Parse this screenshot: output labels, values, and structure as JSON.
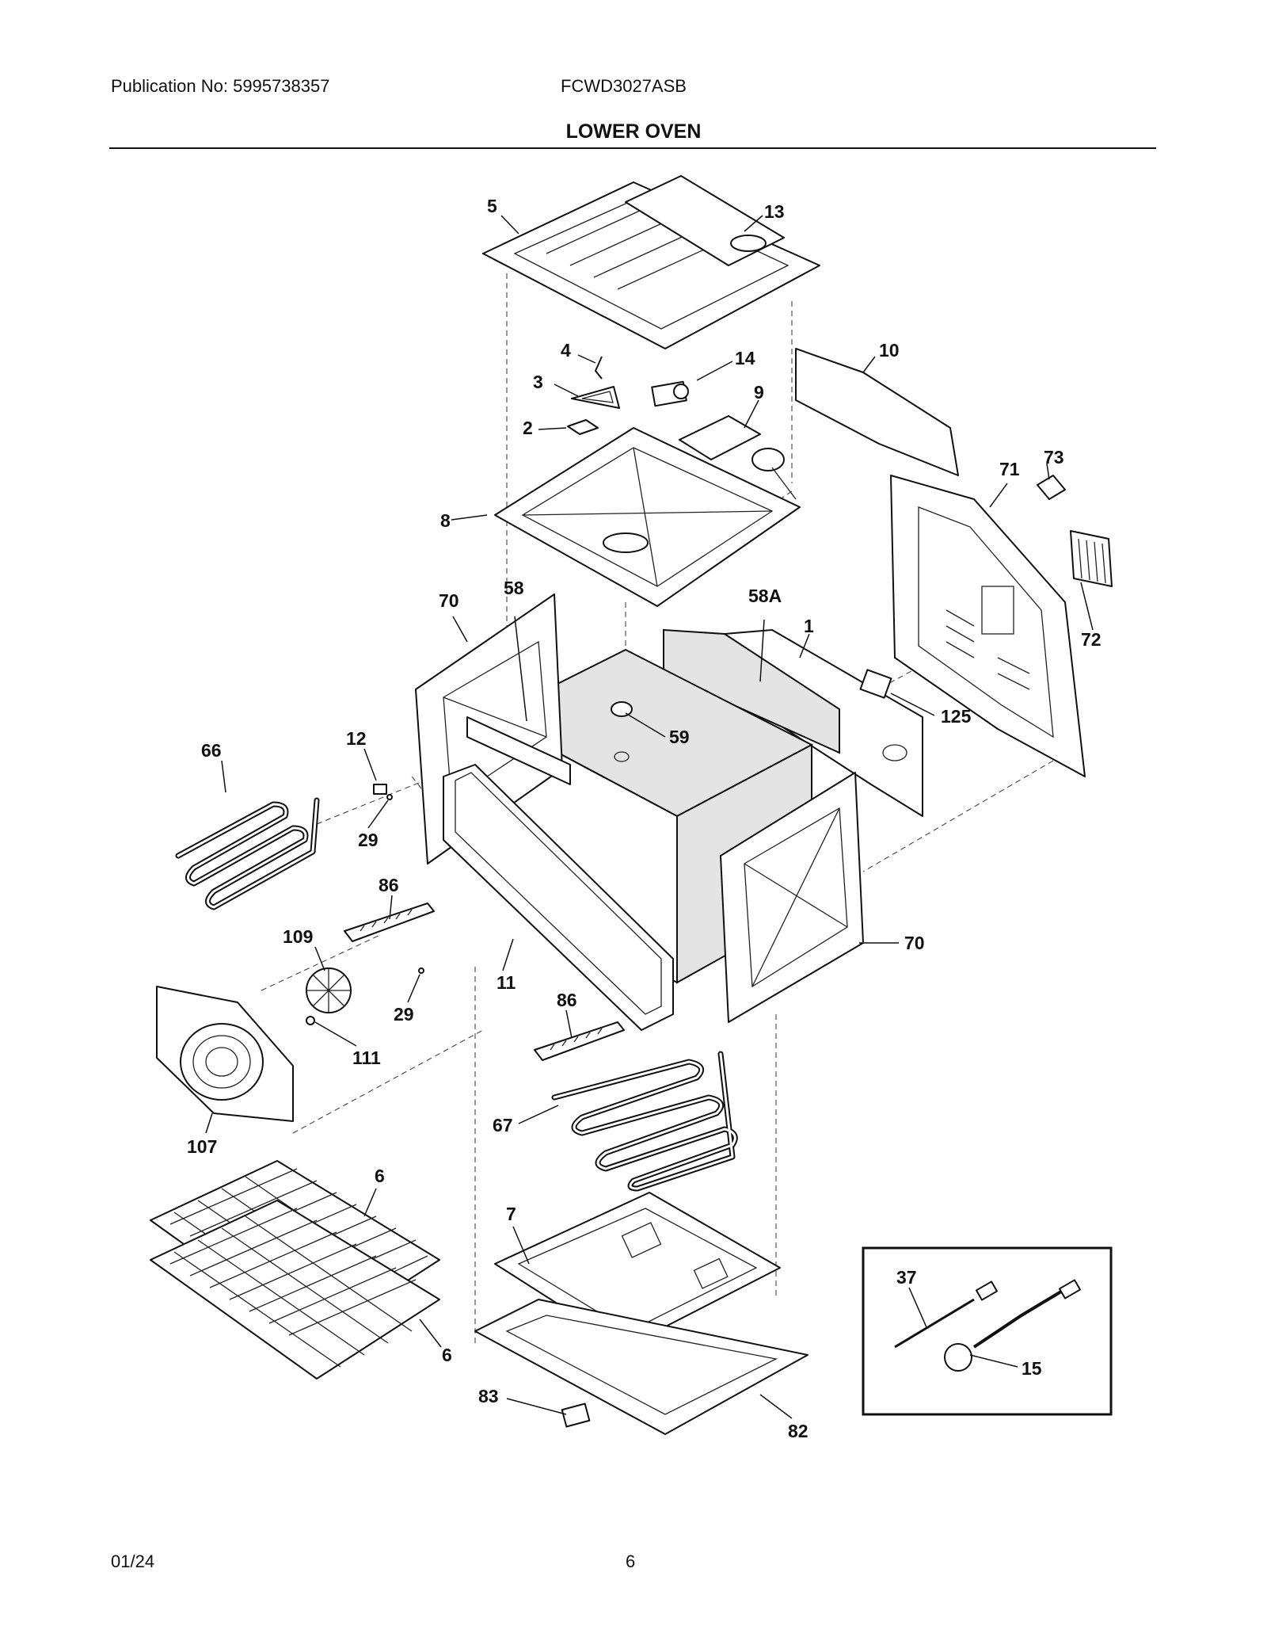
{
  "header": {
    "publication": "Publication No: 5995738357",
    "model": "FCWD3027ASB",
    "section_title": "LOWER OVEN"
  },
  "footer": {
    "date": "01/24",
    "page": "6"
  },
  "callouts": {
    "c1": "1",
    "c2": "2",
    "c3": "3",
    "c4": "4",
    "c5": "5",
    "c6a": "6",
    "c6b": "6",
    "c7": "7",
    "c8": "8",
    "c9": "9",
    "c10": "10",
    "c11": "11",
    "c12": "12",
    "c13": "13",
    "c14": "14",
    "c15": "15",
    "c29a": "29",
    "c29b": "29",
    "c37": "37",
    "c58": "58",
    "c58a": "58A",
    "c59": "59",
    "c66": "66",
    "c67": "67",
    "c70a": "70",
    "c70b": "70",
    "c71": "71",
    "c72": "72",
    "c73": "73",
    "c82": "82",
    "c83": "83",
    "c86a": "86",
    "c86b": "86",
    "c107": "107",
    "c109": "109",
    "c111": "111",
    "c125": "125"
  }
}
